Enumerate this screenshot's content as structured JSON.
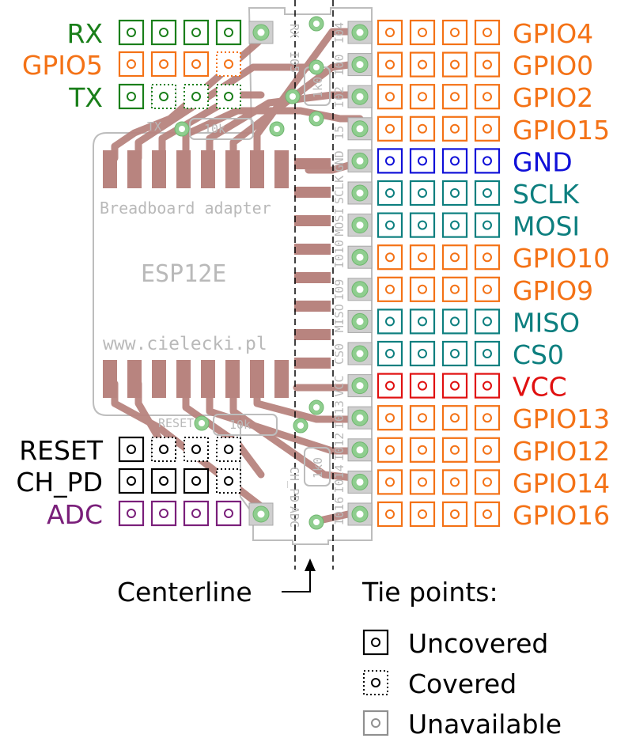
{
  "board": {
    "silkscreen_title": "Breadboard adapter",
    "module_name": "ESP12E",
    "website": "www.cielecki.pl",
    "pin_silk": [
      "I04",
      "I00",
      "I02",
      "15",
      "GND",
      "SCLK",
      "MOSI",
      "I010",
      "I09",
      "MISO",
      "CS0",
      "VCC",
      "I013",
      "I012",
      "I014",
      "I016"
    ],
    "left_silk": [
      "RX",
      "I05",
      "TX",
      "RESET",
      "CH_PD",
      "ADC"
    ],
    "resistor_labels": [
      "1k0",
      "10k",
      "10k",
      "1k0"
    ]
  },
  "left_rows": [
    {
      "label": "RX",
      "color": "#1a7f1a",
      "tiles": [
        "uncovered",
        "uncovered",
        "uncovered",
        "uncovered"
      ]
    },
    {
      "label": "GPIO5",
      "color": "#f47216",
      "tiles": [
        "uncovered",
        "uncovered",
        "uncovered",
        "covered"
      ]
    },
    {
      "label": "TX",
      "color": "#1a7f1a",
      "tiles": [
        "uncovered",
        "covered",
        "covered",
        "covered"
      ]
    },
    {
      "label": "RESET",
      "color": "#000000",
      "tiles": [
        "uncovered",
        "covered",
        "covered",
        "covered"
      ]
    },
    {
      "label": "CH_PD",
      "color": "#000000",
      "tiles": [
        "uncovered",
        "uncovered",
        "uncovered",
        "covered"
      ]
    },
    {
      "label": "ADC",
      "color": "#7a1f7a",
      "tiles": [
        "uncovered",
        "uncovered",
        "uncovered",
        "uncovered"
      ]
    }
  ],
  "right_rows": [
    {
      "label": "GPIO4",
      "color": "#f47216"
    },
    {
      "label": "GPIO0",
      "color": "#f47216"
    },
    {
      "label": "GPIO2",
      "color": "#f47216"
    },
    {
      "label": "GPIO15",
      "color": "#f47216"
    },
    {
      "label": "GND",
      "color": "#1010d8"
    },
    {
      "label": "SCLK",
      "color": "#0d7f7f"
    },
    {
      "label": "MOSI",
      "color": "#0d7f7f"
    },
    {
      "label": "GPIO10",
      "color": "#f47216"
    },
    {
      "label": "GPIO9",
      "color": "#f47216"
    },
    {
      "label": "MISO",
      "color": "#0d7f7f"
    },
    {
      "label": "CS0",
      "color": "#0d7f7f"
    },
    {
      "label": "VCC",
      "color": "#e01010"
    },
    {
      "label": "GPIO13",
      "color": "#f47216"
    },
    {
      "label": "GPIO12",
      "color": "#f47216"
    },
    {
      "label": "GPIO14",
      "color": "#f47216"
    },
    {
      "label": "GPIO16",
      "color": "#f47216"
    }
  ],
  "centerline_label": "Centerline",
  "legend": {
    "title": "Tie points:",
    "items": [
      {
        "label": "Uncovered",
        "style": "uncovered"
      },
      {
        "label": "Covered",
        "style": "covered"
      },
      {
        "label": "Unavailable",
        "style": "unavailable"
      }
    ]
  },
  "colors": {
    "pad_fill": "#cfcfcf",
    "pad_ring": "#8fce8f",
    "trace": "#b8847f",
    "outline": "#bdbdbd",
    "unavailable": "#909090"
  }
}
